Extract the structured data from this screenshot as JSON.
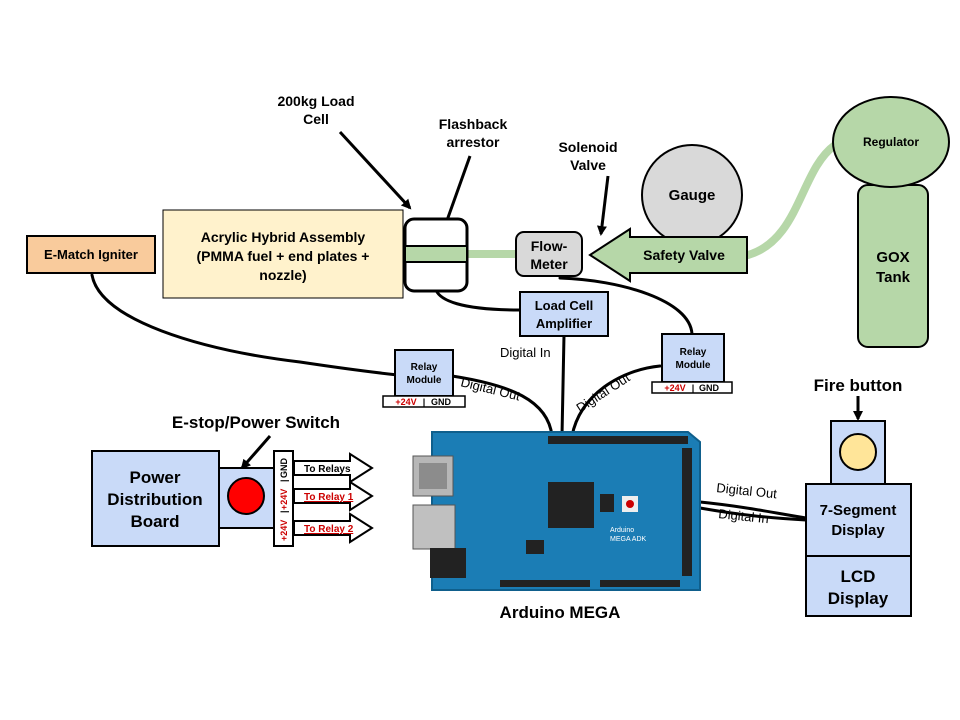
{
  "labels": {
    "load_cell_line1": "200kg Load",
    "load_cell_line2": "Cell",
    "flashback_line1": "Flashback",
    "flashback_line2": "arrestor",
    "solenoid_line1": "Solenoid",
    "solenoid_line2": "Valve",
    "estop": "E-stop/Power Switch",
    "fire_button": "Fire button",
    "arduino": "Arduino MEGA"
  },
  "components": {
    "ematch": "E-Match Igniter",
    "hybrid_line1": "Acrylic Hybrid Assembly",
    "hybrid_line2": "(PMMA fuel + end plates +",
    "hybrid_line3": "nozzle)",
    "flowmeter_line1": "Flow-",
    "flowmeter_line2": "Meter",
    "gauge": "Gauge",
    "safety_valve": "Safety Valve",
    "regulator": "Regulator",
    "gox_line1": "GOX",
    "gox_line2": "Tank",
    "amp_line1": "Load Cell",
    "amp_line2": "Amplifier",
    "relay_line1": "Relay",
    "relay_line2": "Module",
    "pdb_line1": "Power",
    "pdb_line2": "Distribution",
    "pdb_line3": "Board",
    "seg_line1": "7-Segment",
    "seg_line2": "Display",
    "lcd_line1": "LCD",
    "lcd_line2": "Display"
  },
  "terminals": {
    "plus24": "+24V",
    "sep": "|",
    "gnd": "GND"
  },
  "outputs": {
    "to_relays": "To Relays",
    "to_relay1": "To Relay 1",
    "to_relay2": "To Relay 2"
  },
  "wires": {
    "digital_in": "Digital In",
    "digital_out": "Digital Out"
  },
  "board": {
    "brand": "Arduino",
    "model": "MEGA ADK"
  },
  "colors": {
    "green_fill": "#b6d7a8",
    "blue_fill": "#c9daf8",
    "orange_fill": "#f9cb9c",
    "cream_fill": "#fff2cc",
    "gauge_fill": "#d9d9d9",
    "stop_red": "#ff0000",
    "fire_yellow": "#ffe599",
    "arduino_teal": "#1b7db5"
  }
}
